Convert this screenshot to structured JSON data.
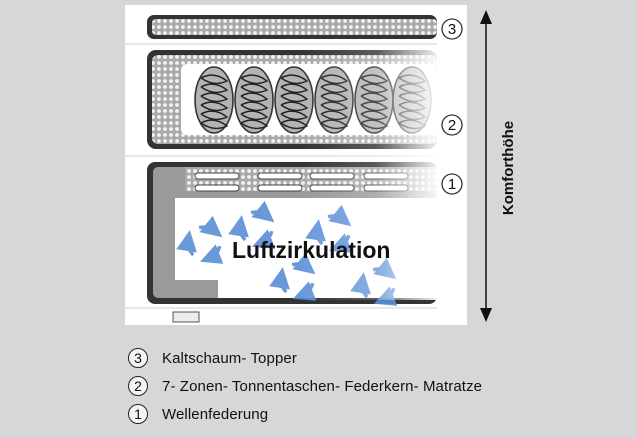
{
  "diagram": {
    "axis_label": "Komforthöhe",
    "center_label": "Luftzirkulation",
    "layer_numbers": [
      "3",
      "2",
      "1"
    ]
  },
  "legend": [
    {
      "number": "3",
      "text": "Kaltschaum- Topper"
    },
    {
      "number": "2",
      "text": "7- Zonen- Tonnentaschen- Federkern- Matratze"
    },
    {
      "number": "1",
      "text": "Wellenfederung"
    }
  ],
  "colors": {
    "background": "#d7d7d7",
    "panel": "#ffffff",
    "frame": "#333333",
    "foam": "#999999",
    "arrows": "#5a8fd6"
  }
}
